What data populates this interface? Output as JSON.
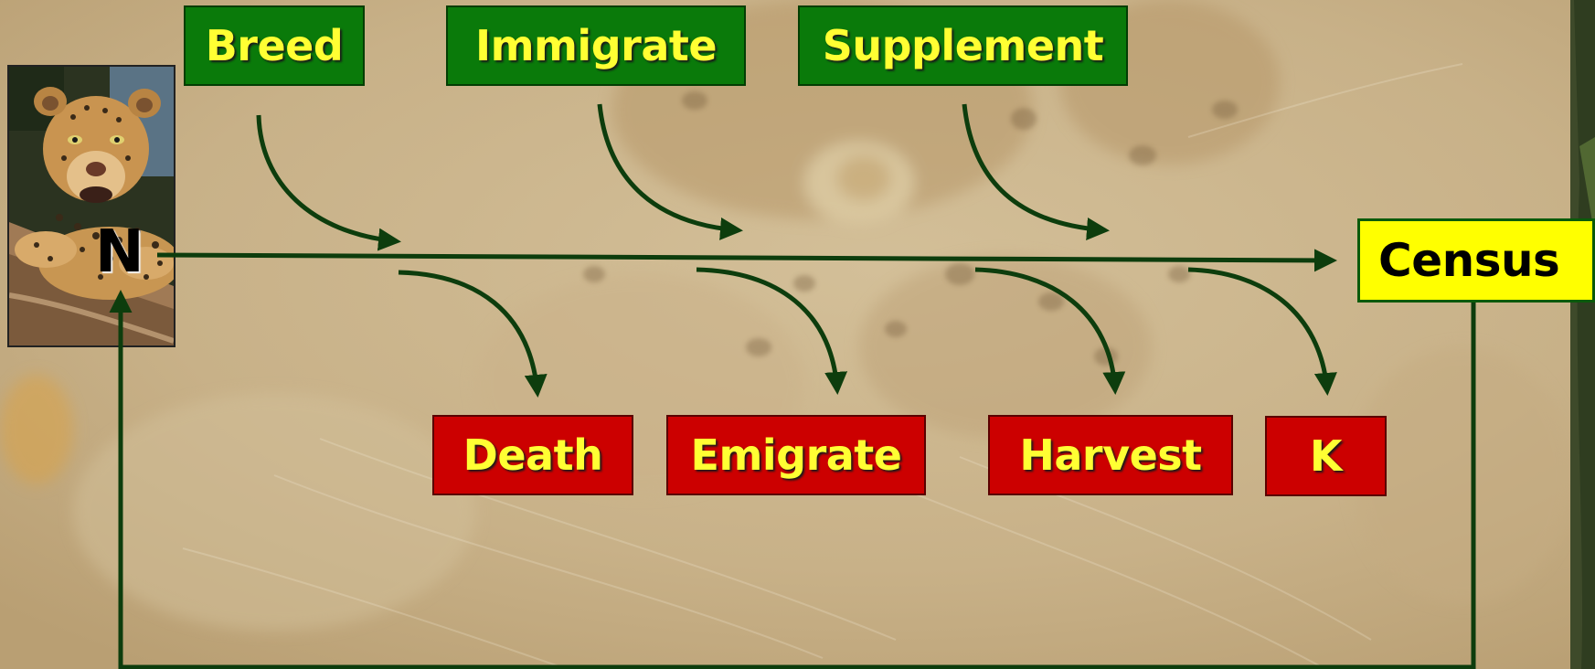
{
  "inputs": [
    {
      "label": "Breed"
    },
    {
      "label": "Immigrate"
    },
    {
      "label": "Supplement"
    }
  ],
  "outputs": [
    {
      "label": "Death"
    },
    {
      "label": "Emigrate"
    },
    {
      "label": "Harvest"
    },
    {
      "label": "K"
    }
  ],
  "population": {
    "label": "N"
  },
  "census": {
    "label": "Census"
  },
  "colors": {
    "input_fill": "#0a7a0a",
    "output_fill": "#cc0000",
    "census_fill": "#ffff00",
    "label_text": "#ffff33",
    "arrow": "#0d3d0d",
    "background": "#c9b48c"
  },
  "icons": [
    "leopard-photo",
    "arrow-icon"
  ]
}
